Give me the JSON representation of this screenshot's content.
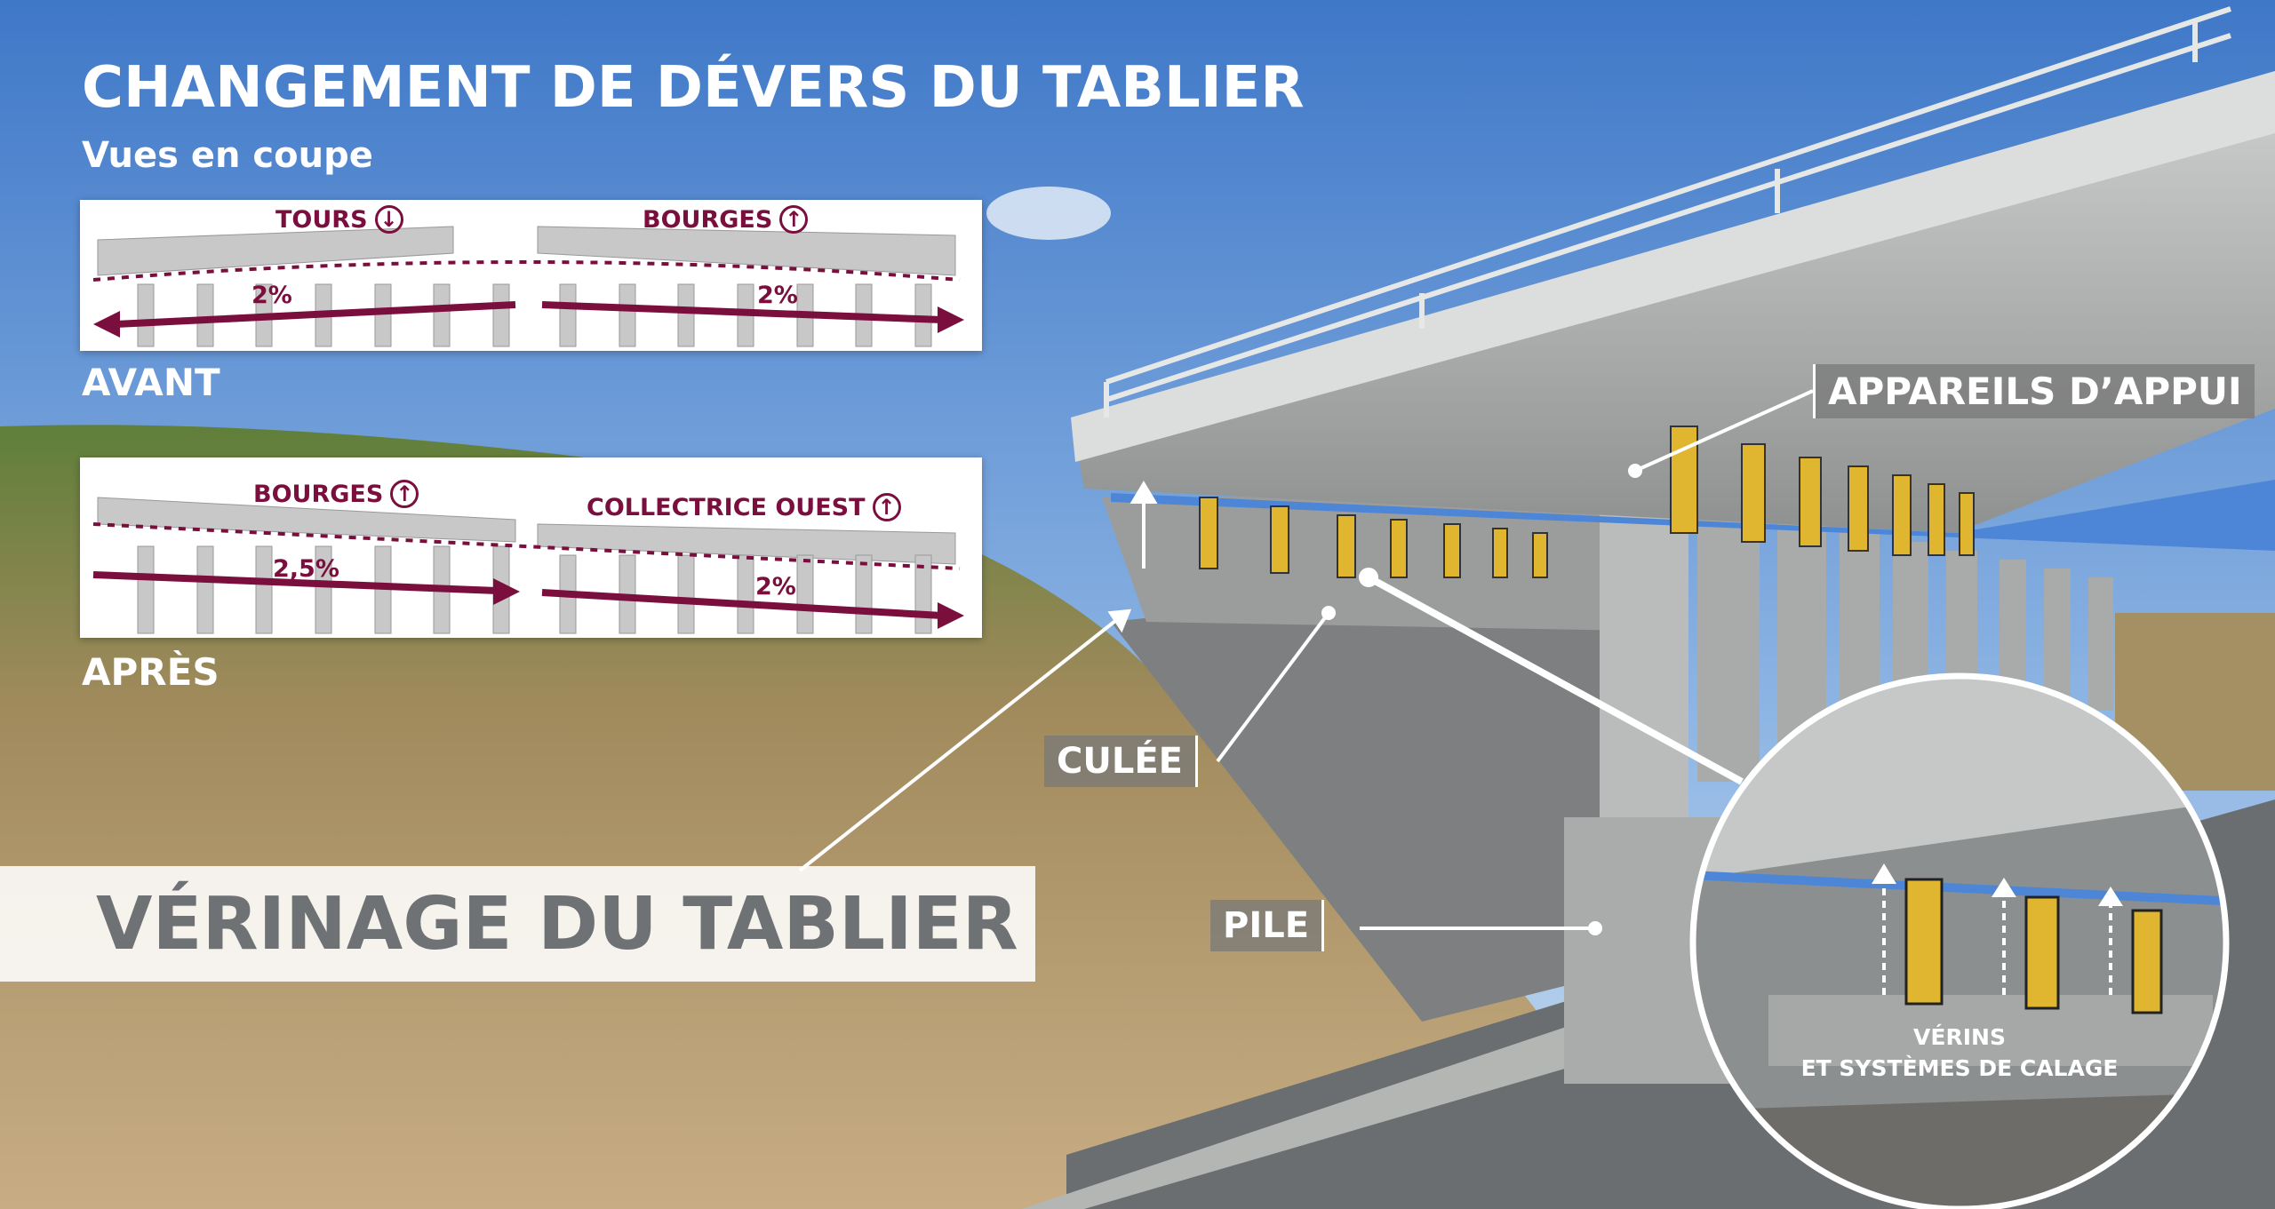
{
  "title": "CHANGEMENT DE DÉVERS DU TABLIER",
  "subtitle": "Vues en coupe",
  "before": {
    "label": "AVANT",
    "left": {
      "direction": "TOURS",
      "arrow": "down",
      "slope": "2%"
    },
    "right": {
      "direction": "BOURGES",
      "arrow": "up",
      "slope": "2%"
    }
  },
  "after": {
    "label": "APRÈS",
    "left": {
      "direction": "BOURGES",
      "arrow": "up",
      "slope": "2,5%"
    },
    "right": {
      "direction": "COLLECTRICE OUEST",
      "arrow": "up",
      "slope": "2%"
    }
  },
  "callouts": {
    "main": "VÉRINAGE DU TABLIER",
    "abutment": "CULÉE",
    "pier": "PILE",
    "bearings": "APPAREILS D’APPUI",
    "jacks_line1": "VÉRINS",
    "jacks_line2": "ET SYSTÈMES DE CALAGE"
  },
  "colors": {
    "accent": "#7a0f3e",
    "sky": "#5e8fd0",
    "jack": "#e0b530"
  }
}
